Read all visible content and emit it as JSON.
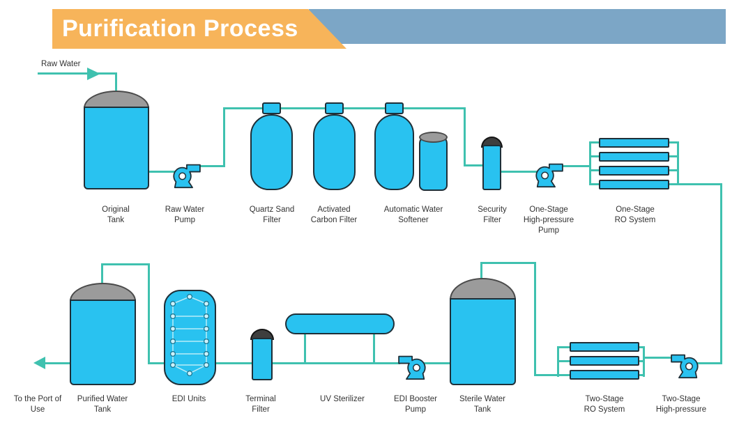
{
  "banner": {
    "title": "Purification Process"
  },
  "colors": {
    "banner_orange": "#F7B45A",
    "banner_blue": "#7CA6C6",
    "equipment": "#29C2F0",
    "pipe": "#3FC1AF",
    "dome": "#9B9B9B",
    "dome_edge": "#4A4A4A",
    "cap_dark": "#3E3E3E",
    "outline": "#1E2F38",
    "text": "#333333",
    "edi_line": "#B9ECF8",
    "edi_node_fill": "#CDF2FC",
    "edi_node_edge": "#15718C"
  },
  "labels": {
    "raw_water": "Raw Water",
    "original_tank": [
      "Original",
      "Tank"
    ],
    "raw_water_pump": [
      "Raw Water",
      "Pump"
    ],
    "quartz_sand_filter": [
      "Quartz Sand",
      "Filter"
    ],
    "activated_carbon_filter": [
      "Activated",
      "Carbon Filter"
    ],
    "automatic_water_softener": [
      "Automatic Water",
      "Softener"
    ],
    "security_filter": [
      "Security",
      "Filter"
    ],
    "one_stage_hp_pump": [
      "One-Stage",
      "High-pressure",
      "Pump"
    ],
    "one_stage_ro": [
      "One-Stage",
      "RO System"
    ],
    "port_of_use": [
      "To the Port of",
      "Use"
    ],
    "purified_water_tank": [
      "Purified Water",
      "Tank"
    ],
    "edi_units": [
      "EDI Units"
    ],
    "terminal_filter": [
      "Terminal",
      "Filter"
    ],
    "uv_sterilizer": [
      "UV Sterilizer"
    ],
    "edi_booster_pump": [
      "EDI Booster",
      "Pump"
    ],
    "sterile_water_tank": [
      "Sterile Water",
      "Tank"
    ],
    "two_stage_ro": [
      "Two-Stage",
      "RO System"
    ],
    "two_stage_hp_pump": [
      "Two-Stage",
      "High-pressure"
    ]
  }
}
